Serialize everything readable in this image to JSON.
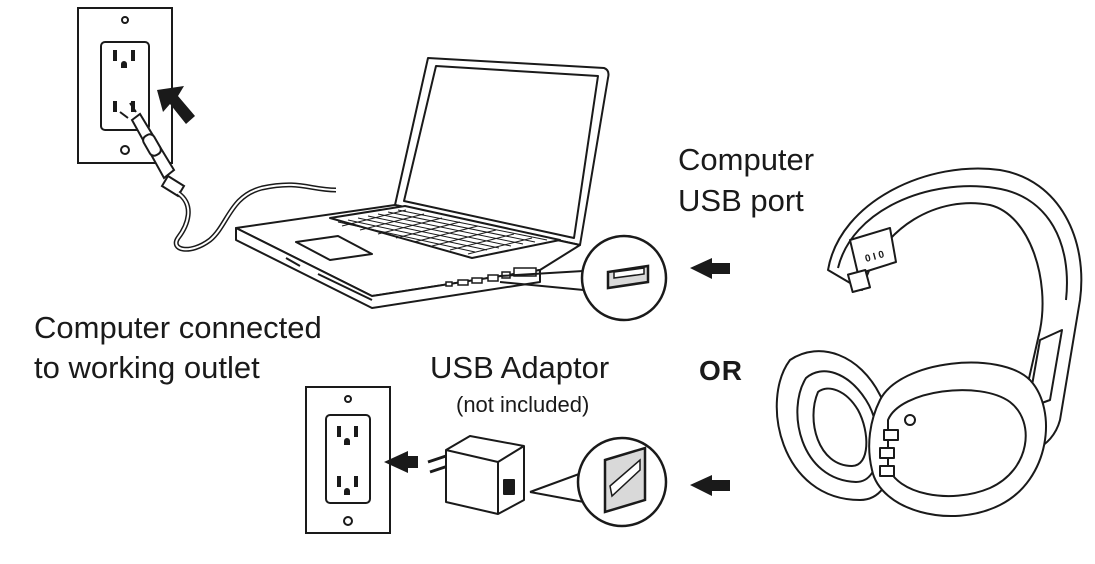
{
  "labels": {
    "computer_usb_port_line1": "Computer",
    "computer_usb_port_line2": "USB port",
    "computer_connected_line1": "Computer connected",
    "computer_connected_line2": "to working outlet",
    "usb_adaptor": "USB Adaptor",
    "usb_adaptor_note": "(not included)",
    "or": "OR"
  },
  "colors": {
    "ink": "#1a1a1a",
    "fill": "#ffffff",
    "shade": "#d9d9d9"
  },
  "icons": [
    "wall-outlet-icon",
    "plug-icon",
    "laptop-icon",
    "usb-port-detail-icon",
    "usb-adapter-icon",
    "headphones-icon",
    "arrow-left-icon",
    "arrow-up-left-icon"
  ]
}
